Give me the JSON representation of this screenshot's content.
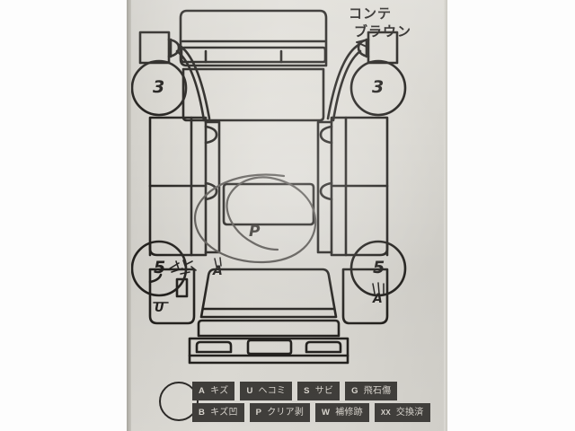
{
  "document": {
    "type": "vehicle-inspection-damage-diagram",
    "orientation": "top-down car body chart"
  },
  "annotations": {
    "color_note_line1": "コンテ",
    "color_note_line2": "ブラウン",
    "front_left_wheel_mark": "3",
    "front_right_wheel_mark": "3",
    "rear_left_wheel_mark": "5",
    "rear_right_wheel_mark": "5",
    "roof_mark": "P",
    "rear_left_panel_mark": "A",
    "rear_right_panel_mark": "A",
    "rear_left_lower_mark": "U"
  },
  "legend": {
    "marker_shape": "circle",
    "row1": [
      {
        "code": "A",
        "desc": "キズ"
      },
      {
        "code": "U",
        "desc": "ヘコミ"
      },
      {
        "code": "S",
        "desc": "サビ"
      },
      {
        "code": "G",
        "desc": "飛石傷"
      }
    ],
    "row2": [
      {
        "code": "B",
        "desc": "キズ凹"
      },
      {
        "code": "P",
        "desc": "クリア剥"
      },
      {
        "code": "W",
        "desc": "補修跡"
      },
      {
        "code": "XX",
        "desc": "交換済"
      }
    ]
  },
  "colors": {
    "ink": "#23211f",
    "paper": "#dcdad4",
    "chip_background": "#413f3c",
    "chip_text": "#ddd9d2",
    "pencil": "#55524e"
  }
}
